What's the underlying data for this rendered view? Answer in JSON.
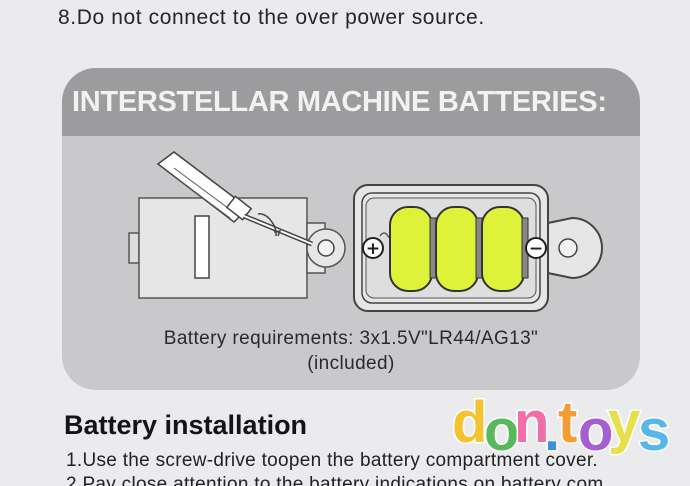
{
  "warnings": {
    "item_8": "8.Do not connect to the over power source."
  },
  "battery_panel": {
    "title": "INTERSTELLAR MACHINE BATTERIES:",
    "plus_symbol": "+",
    "minus_symbol": "−",
    "requirements_line1": "Battery requirements: 3x1.5V\"LR44/AG13\"",
    "requirements_line2": "(included)"
  },
  "installation": {
    "heading": "Battery installation",
    "step1": "1.Use the screw-drive toopen the battery compartment cover.",
    "step2": "2.Pay close attention to the battery indications on battery com"
  },
  "watermark": {
    "text": "don.toys",
    "colors": [
      "#f4c430",
      "#59b85c",
      "#f06fa8",
      "#3f8fe0",
      "#f39c33",
      "#a55fd0",
      "#e8e04a",
      "#58b7e6"
    ]
  },
  "colors": {
    "page_bg": "#ebebed",
    "panel_bg": "#c9c9cb",
    "panel_header": "#9c9c9e",
    "battery_yellow": "#dff23a"
  }
}
